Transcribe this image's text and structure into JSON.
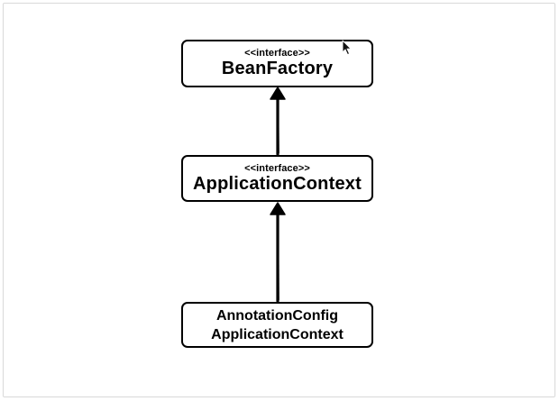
{
  "diagram": {
    "nodes": [
      {
        "id": "bean_factory",
        "stereotype": "<<interface>>",
        "lines": [
          "BeanFactory"
        ]
      },
      {
        "id": "application_context",
        "stereotype": "<<interface>>",
        "lines": [
          "ApplicationContext"
        ]
      },
      {
        "id": "annotation_config_application_context",
        "stereotype": "",
        "lines": [
          "AnnotationConfig",
          "ApplicationContext"
        ]
      }
    ],
    "edges": [
      {
        "from": "application_context",
        "to": "bean_factory",
        "type": "inheritance",
        "color": "#000000"
      },
      {
        "from": "annotation_config_application_context",
        "to": "application_context",
        "type": "inheritance",
        "color": "#000000"
      }
    ],
    "colors": {
      "line": "#000000",
      "box_border": "#000000",
      "background": "#ffffff",
      "frame_border": "#d9d9d9"
    }
  },
  "overlay": {
    "cursor_icon": "mouse-pointer-icon"
  }
}
